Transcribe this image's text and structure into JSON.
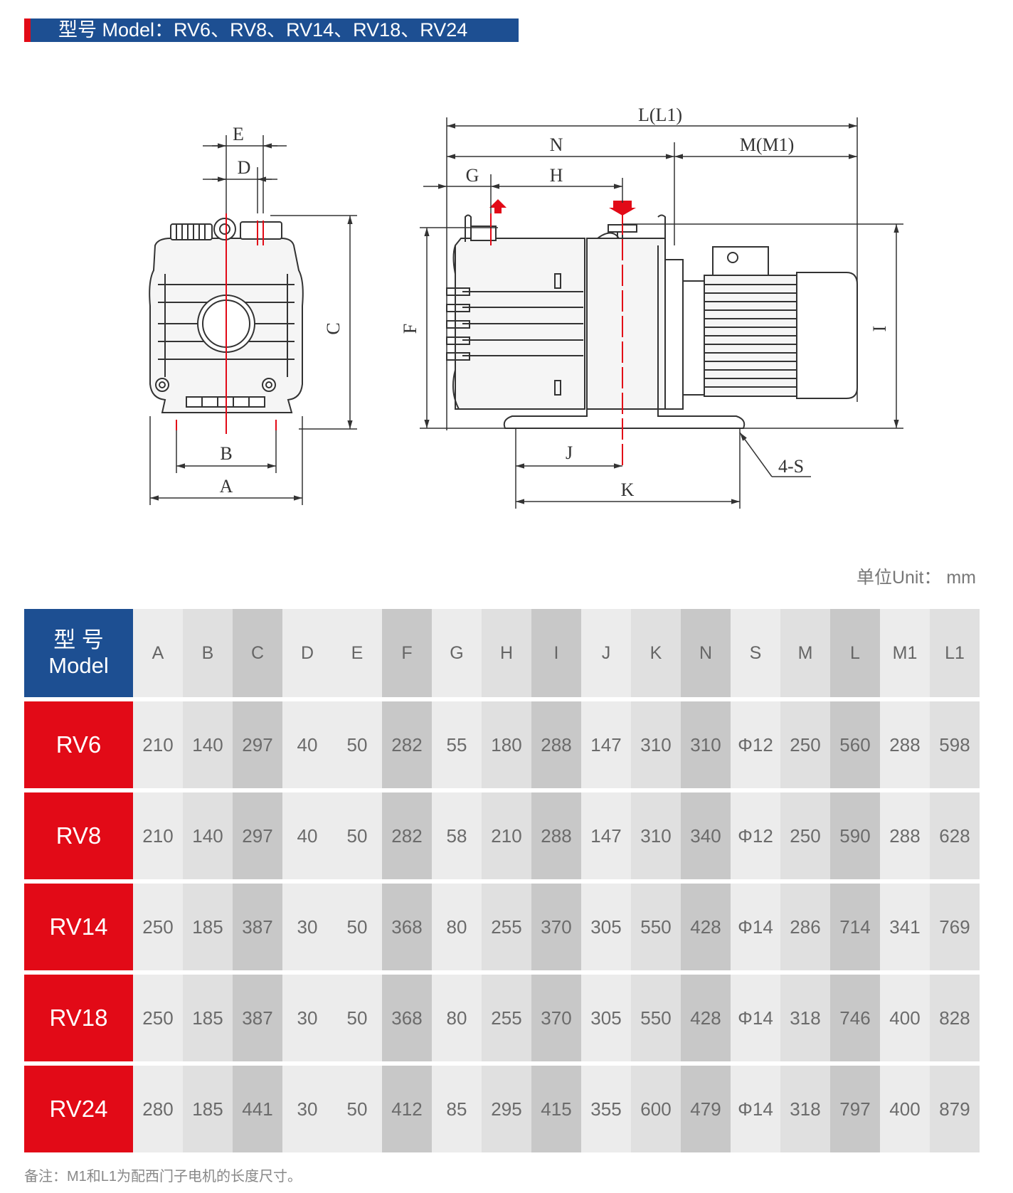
{
  "title": "型号 Model：RV6、RV8、RV14、RV18、RV24",
  "drawing": {
    "labels": {
      "E": "E",
      "D": "D",
      "C": "C",
      "B": "B",
      "A": "A",
      "L": "L(L1)",
      "N": "N",
      "M": "M(M1)",
      "G": "G",
      "H": "H",
      "F": "F",
      "I": "I",
      "J": "J",
      "K": "K",
      "S": "4-S"
    }
  },
  "unit_label": "单位Unit： mm",
  "table": {
    "model_header_line1": "型 号",
    "model_header_line2": "Model",
    "columns": [
      "A",
      "B",
      "C",
      "D",
      "E",
      "F",
      "G",
      "H",
      "I",
      "J",
      "K",
      "N",
      "S",
      "M",
      "L",
      "M1",
      "L1"
    ],
    "rows": [
      {
        "model": "RV6",
        "values": [
          "210",
          "140",
          "297",
          "40",
          "50",
          "282",
          "55",
          "180",
          "288",
          "147",
          "310",
          "310",
          "Φ12",
          "250",
          "560",
          "288",
          "598"
        ]
      },
      {
        "model": "RV8",
        "values": [
          "210",
          "140",
          "297",
          "40",
          "50",
          "282",
          "58",
          "210",
          "288",
          "147",
          "310",
          "340",
          "Φ12",
          "250",
          "590",
          "288",
          "628"
        ]
      },
      {
        "model": "RV14",
        "values": [
          "250",
          "185",
          "387",
          "30",
          "50",
          "368",
          "80",
          "255",
          "370",
          "305",
          "550",
          "428",
          "Φ14",
          "286",
          "714",
          "341",
          "769"
        ]
      },
      {
        "model": "RV18",
        "values": [
          "250",
          "185",
          "387",
          "30",
          "50",
          "368",
          "80",
          "255",
          "370",
          "305",
          "550",
          "428",
          "Φ14",
          "318",
          "746",
          "400",
          "828"
        ]
      },
      {
        "model": "RV24",
        "values": [
          "280",
          "185",
          "441",
          "30",
          "50",
          "412",
          "85",
          "295",
          "415",
          "355",
          "600",
          "479",
          "Φ14",
          "318",
          "797",
          "400",
          "879"
        ]
      }
    ]
  },
  "note": "备注：M1和L1为配西门子电机的长度尺寸。",
  "colors": {
    "blue": "#1d4f92",
    "red": "#e20a17"
  }
}
